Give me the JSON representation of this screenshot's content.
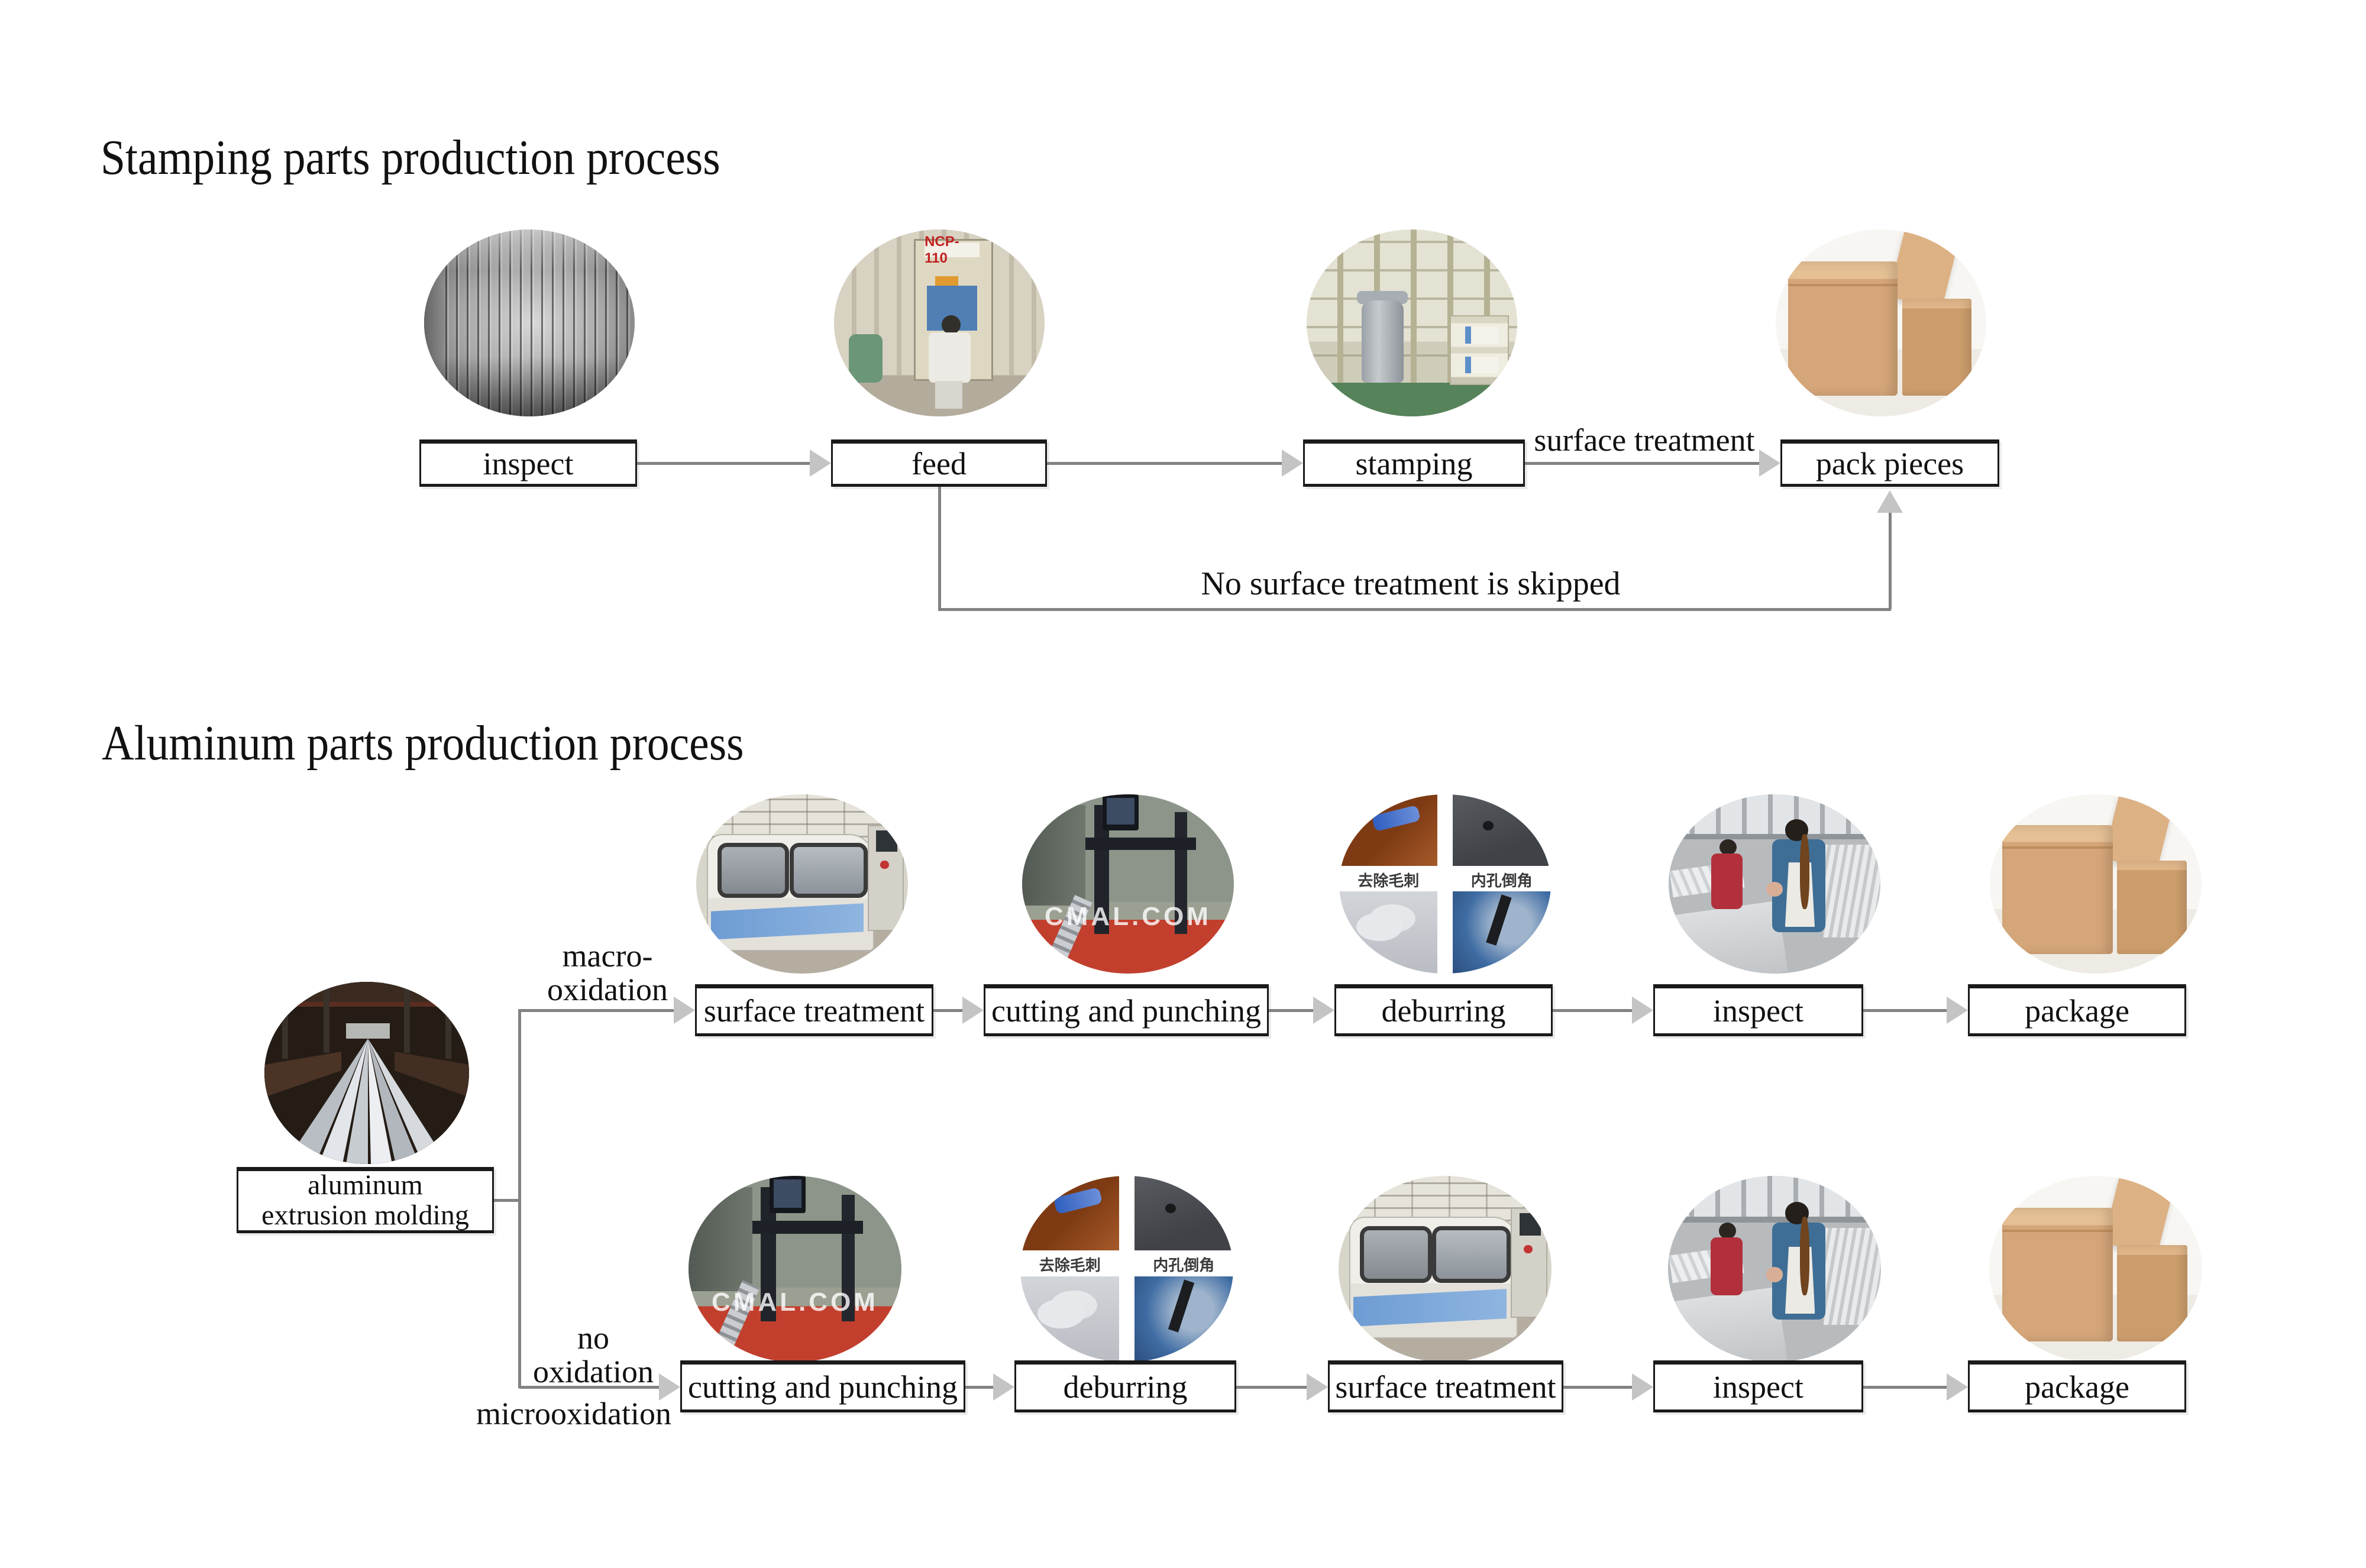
{
  "colors": {
    "background": "#ffffff",
    "box_border": "#1a1a1a",
    "box_fill": "#ffffff",
    "arrow_line": "#828282",
    "arrow_head": "#c4c4c4",
    "text": "#111111"
  },
  "stamping": {
    "title": "Stamping parts production process",
    "nodes": [
      {
        "label": "inspect"
      },
      {
        "label": "feed"
      },
      {
        "label": "stamping"
      },
      {
        "label": "pack pieces"
      }
    ],
    "edge_label": "surface treatment",
    "skip_label": "No surface treatment is skipped",
    "photos": {
      "coil": "steel-coil",
      "feed": "press-feeding-machine",
      "feed_machine_label": "NCP-110",
      "stamping": "stamping-production-line",
      "pack": "packed-cartons"
    }
  },
  "aluminum": {
    "title": "Aluminum parts production process",
    "root": {
      "line1": "aluminum",
      "line2": "extrusion molding"
    },
    "branch_macro": {
      "line1": "macro-",
      "line2": "oxidation"
    },
    "branch_micro": {
      "line1": "no",
      "line2": "oxidation",
      "below_line": "microoxidation"
    },
    "macro_row": [
      {
        "label": "surface treatment"
      },
      {
        "label": "cutting and punching"
      },
      {
        "label": "deburring"
      },
      {
        "label": "inspect"
      },
      {
        "label": "package"
      }
    ],
    "micro_row": [
      {
        "label": "cutting and punching"
      },
      {
        "label": "deburring"
      },
      {
        "label": "surface treatment"
      },
      {
        "label": "inspect"
      },
      {
        "label": "package"
      }
    ],
    "photo_texts": {
      "deburr_left": "去除毛刺",
      "deburr_right": "内孔倒角",
      "watermark": "CMAL.COM"
    }
  }
}
